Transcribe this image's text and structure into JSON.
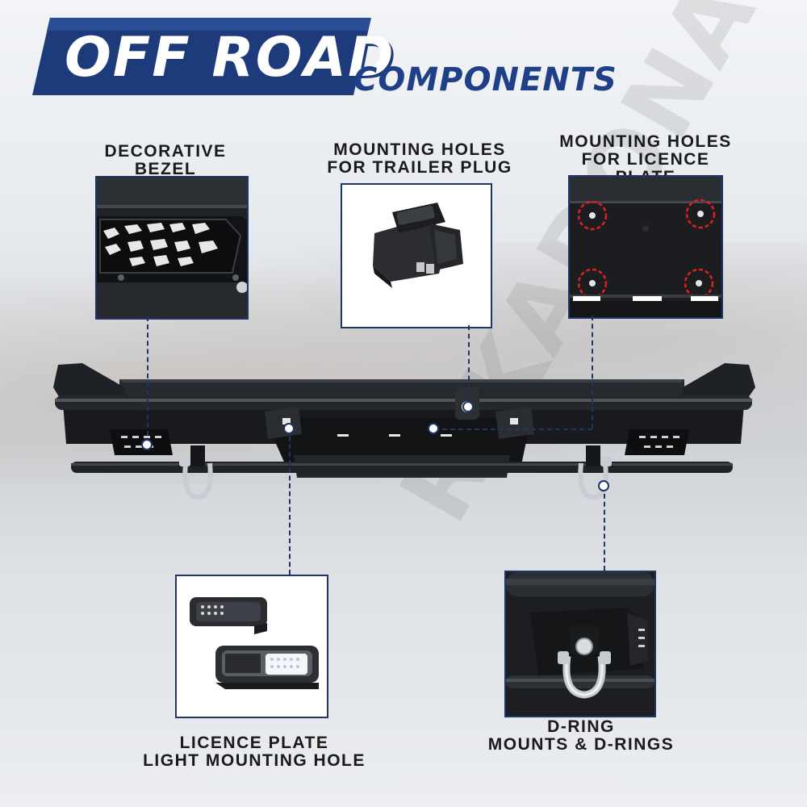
{
  "title": {
    "main": "OFF ROAD",
    "sub": "COMPONENTS"
  },
  "callouts": {
    "bezel": "DECORATIVE BEZEL",
    "trailer": "MOUNTING HOLES\nFOR TRAILER PLUG",
    "licence": "MOUNTING HOLES\nFOR LICENCE PLATE",
    "light": "LICENCE PLATE\nLIGHT MOUNTING HOLE",
    "dring": "D-RING\nMOUNTS & D-RINGS"
  },
  "watermark": "RIKADONA",
  "colors": {
    "accent": "#1f3566",
    "title_blue": "#1f3f86",
    "bumper": "#1a1c1f",
    "highlight_red": "#e02020"
  }
}
